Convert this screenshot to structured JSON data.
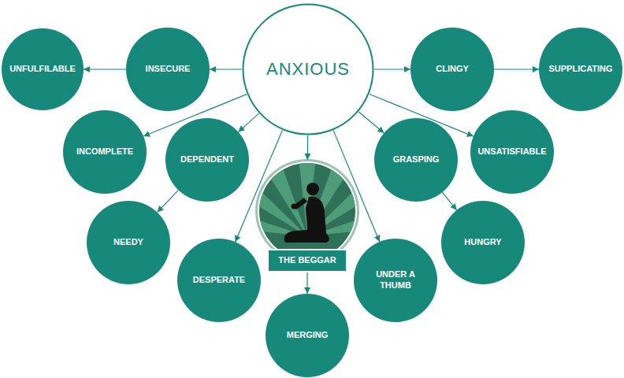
{
  "diagram": {
    "nodes": [
      {
        "text": [
          "UNFULFILABLE"
        ]
      },
      {
        "text": [
          "INSECURE"
        ]
      },
      {
        "text": [
          "ANXIOUS"
        ]
      },
      {
        "text": [
          "CLINGY"
        ]
      },
      {
        "text": [
          "SUPPLICATING"
        ]
      },
      {
        "text": [
          "INCOMPLETE"
        ]
      },
      {
        "text": [
          "DEPENDENT"
        ]
      },
      {
        "text": [
          "GRASPING"
        ]
      },
      {
        "text": [
          "UNSATISFIABLE"
        ]
      },
      {
        "text": [
          "THE BEGGAR"
        ]
      },
      {
        "text": [
          "NEEDY"
        ]
      },
      {
        "text": [
          "HUNGRY"
        ]
      },
      {
        "text": [
          "DESPERATE"
        ]
      },
      {
        "text": [
          "UNDER A THUMB"
        ]
      },
      {
        "text": [
          "MERGING"
        ]
      }
    ],
    "edges": [
      {
        "from": 2,
        "to": 1,
        "arrow": "to"
      },
      {
        "from": 1,
        "to": 0,
        "arrow": "to"
      },
      {
        "from": 2,
        "to": 3,
        "arrow": "to"
      },
      {
        "from": 3,
        "to": 4,
        "arrow": "to"
      },
      {
        "from": 2,
        "to": 5,
        "arrow": "to"
      },
      {
        "from": 2,
        "to": 6,
        "arrow": "to"
      },
      {
        "from": 2,
        "to": 7,
        "arrow": "to"
      },
      {
        "from": 2,
        "to": 8,
        "arrow": "to"
      },
      {
        "from": 2,
        "to": 9,
        "arrow": "to"
      },
      {
        "from": 6,
        "to": 10,
        "arrow": "to"
      },
      {
        "from": 7,
        "to": 11,
        "arrow": "to"
      },
      {
        "from": 2,
        "to": 12,
        "arrow": "to"
      },
      {
        "from": 2,
        "to": 13,
        "arrow": "to"
      },
      {
        "from": 9,
        "to": 14,
        "arrow": "to"
      }
    ]
  }
}
